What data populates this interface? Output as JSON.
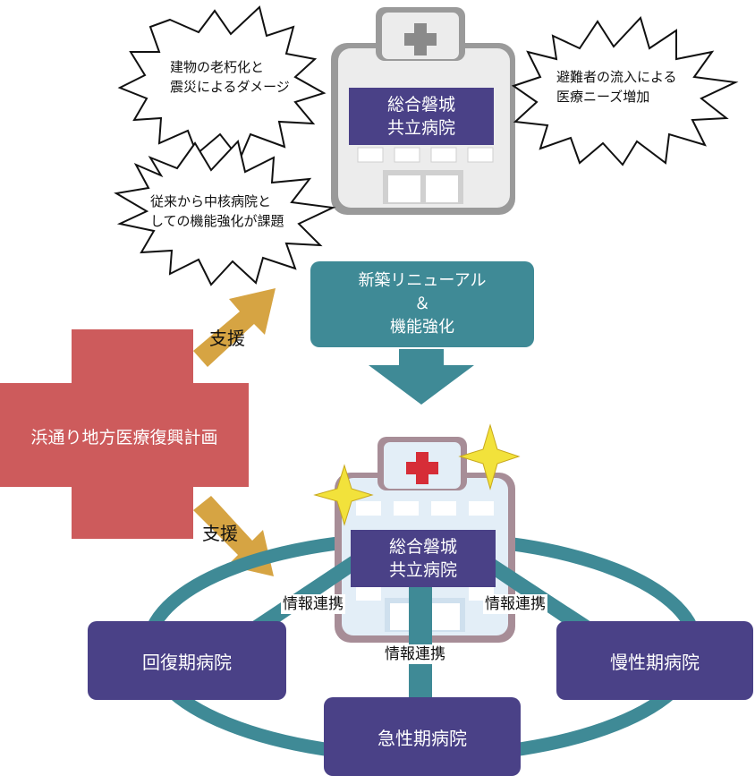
{
  "old_hospital": {
    "name": "総合磐城\n共立病院"
  },
  "issues": [
    {
      "text": "建物の老朽化と\n震災によるダメージ"
    },
    {
      "text": "避難者の流入による\n医療ニーズ増加"
    },
    {
      "text": "従来から中核病院と\nしての機能強化が課題"
    }
  ],
  "renewal": {
    "text": "新築リニューアル\n＆\n機能強化"
  },
  "plan": {
    "text": "浜通り地方医療復興計画"
  },
  "support_labels": [
    "支援",
    "支援"
  ],
  "new_hospital": {
    "name": "総合磐城\n共立病院"
  },
  "hospitals": {
    "recovery": "回復期病院",
    "acute": "急性期病院",
    "chronic": "慢性期病院"
  },
  "link_labels": [
    "情報連携",
    "情報連携",
    "情報連携"
  ],
  "colors": {
    "purple": "#4a4187",
    "teal": "#3f8a96",
    "red": "#cd5b5c",
    "gold": "#d6a443",
    "star": "#f2e23b"
  }
}
